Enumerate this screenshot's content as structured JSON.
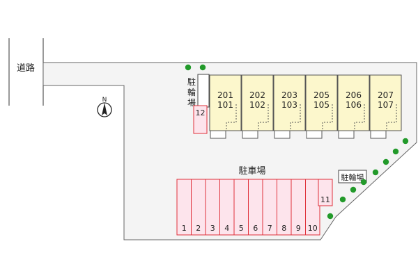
{
  "road": {
    "label": "道路"
  },
  "compass": {
    "label": "N"
  },
  "parking": {
    "label": "駐車場"
  },
  "bike_parking_left": {
    "label": "駐輪場"
  },
  "bike_parking_right": {
    "label": "駐輪場"
  },
  "parking_spaces": [
    "1",
    "2",
    "3",
    "4",
    "5",
    "6",
    "7",
    "8",
    "9",
    "10"
  ],
  "space_11": "11",
  "space_12": "12",
  "units": [
    {
      "upper": "201",
      "lower": "101"
    },
    {
      "upper": "202",
      "lower": "102"
    },
    {
      "upper": "203",
      "lower": "103"
    },
    {
      "upper": "205",
      "lower": "105"
    },
    {
      "upper": "206",
      "lower": "106"
    },
    {
      "upper": "207",
      "lower": "107"
    }
  ],
  "colors": {
    "lot": "#f4f4f4",
    "building": "#fcf7cc",
    "parking_fill": "#fde4ec",
    "parking_line": "#e0303a",
    "tree": "#229a2a",
    "outline": "#666666"
  }
}
